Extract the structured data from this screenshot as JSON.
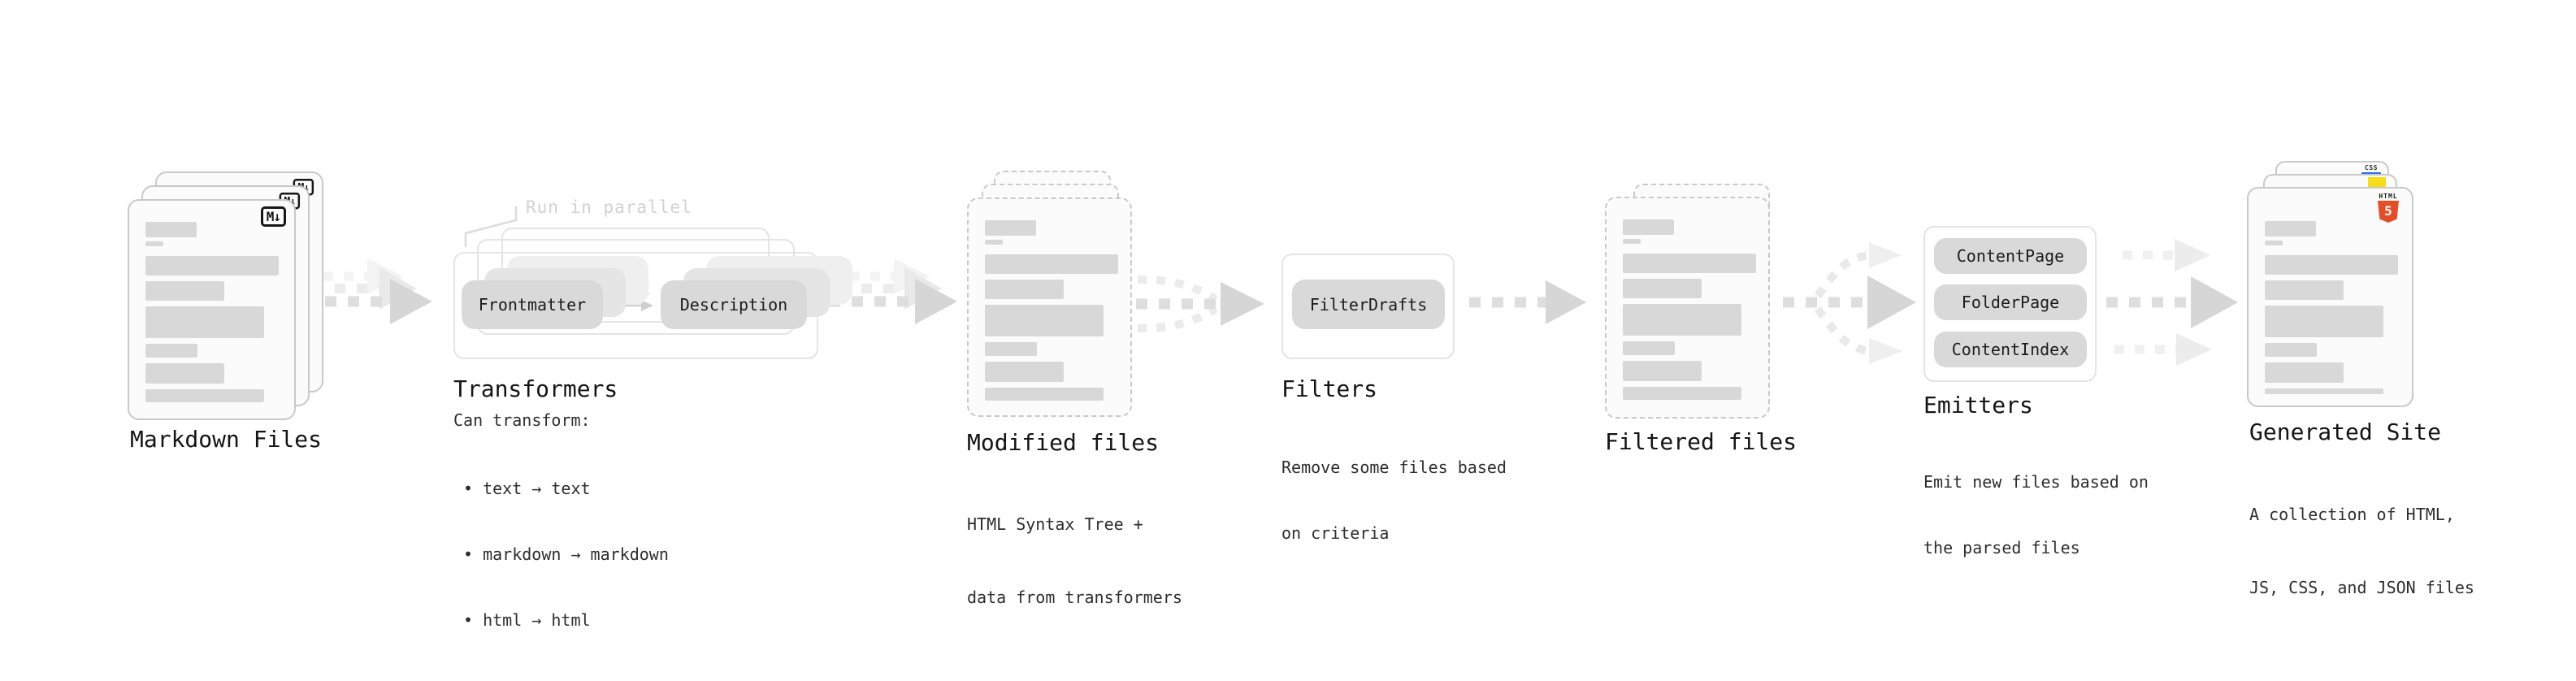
{
  "diagram": {
    "markdown": {
      "title": "Markdown Files",
      "badge": "M↓"
    },
    "transformers": {
      "note": "Run in parallel",
      "pill_frontmatter": "Frontmatter",
      "pill_description": "Description",
      "title": "Transformers",
      "heading": "Can transform:",
      "bullets": [
        "• text → text",
        "• markdown → markdown",
        "• html → html"
      ]
    },
    "modified": {
      "title": "Modified files",
      "subtitle": [
        "HTML Syntax Tree +",
        "data from transformers"
      ]
    },
    "filters": {
      "pill": "FilterDrafts",
      "title": "Filters",
      "subtitle": [
        "Remove some files based",
        "on criteria"
      ]
    },
    "filtered": {
      "title": "Filtered files"
    },
    "emitters": {
      "pills": [
        "ContentPage",
        "FolderPage",
        "ContentIndex"
      ],
      "title": "Emitters",
      "subtitle": [
        "Emit new files based on",
        "the parsed files"
      ]
    },
    "generated": {
      "title": "Generated Site",
      "subtitle": [
        "A collection of HTML,",
        "JS, CSS, and JSON files"
      ],
      "badge_css": "CSS",
      "badge_html_word": "HTML",
      "badge_html_number": "5"
    }
  },
  "colors": {
    "arrow_main": "#dedede",
    "arrow_head": "#d6d6d6",
    "arrow_light": "#ececec",
    "bar": "#d8d8d8",
    "pill_bg": "#d9d9d9",
    "html5_orange": "#e44d26",
    "js_yellow": "#f5de19",
    "css_blue": "#2f6fed"
  }
}
